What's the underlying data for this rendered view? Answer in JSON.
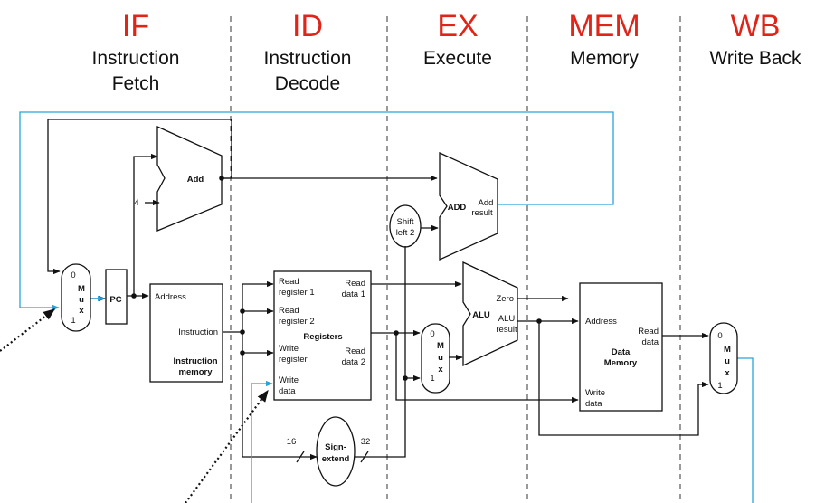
{
  "colors": {
    "stage": "#e02418",
    "control": "#29a3dc",
    "ink": "#111111"
  },
  "stages": [
    {
      "abbr": "IF",
      "name_line1": "Instruction",
      "name_line2": "Fetch"
    },
    {
      "abbr": "ID",
      "name_line1": "Instruction",
      "name_line2": "Decode"
    },
    {
      "abbr": "EX",
      "name_line1": "Execute",
      "name_line2": ""
    },
    {
      "abbr": "MEM",
      "name_line1": "Memory",
      "name_line2": ""
    },
    {
      "abbr": "WB",
      "name_line1": "Write Back",
      "name_line2": ""
    }
  ],
  "blocks": {
    "adder_if": {
      "label": "Add",
      "const": "4"
    },
    "adder_ex": {
      "label": "ADD",
      "result_line1": "Add",
      "result_line2": "result"
    },
    "shift_left": {
      "line1": "Shift",
      "line2": "left 2"
    },
    "pc": {
      "label": "PC"
    },
    "mux_if": {
      "in0": "0",
      "in1": "1",
      "letters": [
        "M",
        "u",
        "x"
      ]
    },
    "mux_ex": {
      "in0": "0",
      "in1": "1",
      "letters": [
        "M",
        "u",
        "x"
      ]
    },
    "mux_wb": {
      "in0": "0",
      "in1": "1",
      "letters": [
        "M",
        "u",
        "x"
      ]
    },
    "instruction_memory": {
      "address": "Address",
      "instruction": "Instruction",
      "title1": "Instruction",
      "title2": "memory"
    },
    "registers": {
      "read1_a": "Read",
      "read1_b": "register 1",
      "read2_a": "Read",
      "read2_b": "register 2",
      "write_reg_a": "Write",
      "write_reg_b": "register",
      "write_data_a": "Write",
      "write_data_b": "data",
      "rdata1_a": "Read",
      "rdata1_b": "data 1",
      "rdata2_a": "Read",
      "rdata2_b": "data 2",
      "title": "Registers"
    },
    "alu": {
      "label": "ALU",
      "zero": "Zero",
      "result_a": "ALU",
      "result_b": "result"
    },
    "data_memory": {
      "address": "Address",
      "read_a": "Read",
      "read_b": "data",
      "write_a": "Write",
      "write_b": "data",
      "title1": "Data",
      "title2": "Memory"
    },
    "sign_extend": {
      "line1": "Sign-",
      "line2": "extend",
      "in_bits": "16",
      "out_bits": "32"
    }
  }
}
